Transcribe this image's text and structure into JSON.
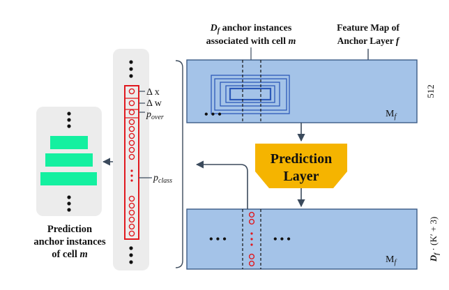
{
  "labels": {
    "anchor_instances_line1_var": "D",
    "anchor_instances_line1_sub": "f",
    "anchor_instances_line1_rest": " anchor instances",
    "anchor_instances_line2": "associated with cell ",
    "anchor_instances_line2_var": "m",
    "feature_map_line1": "Feature Map of",
    "feature_map_line2": "Anchor Layer ",
    "feature_map_line2_var": "f",
    "top_map_label": "M",
    "top_map_sub": "f",
    "top_map_dim": "512",
    "bottom_map_label": "M",
    "bottom_map_sub": "f",
    "bottom_map_dim_var": "D",
    "bottom_map_dim_sub": "f",
    "bottom_map_dim_rest": " · (K′ + 3)",
    "prediction_layer_line1": "Prediction",
    "prediction_layer_line2": "Layer",
    "delta_x": "Δ x",
    "delta_w": "Δ w",
    "p_over_main": "p",
    "p_over_sub": "over",
    "p_class_main": "p",
    "p_class_sub": "class",
    "caption_line1": "Prediction",
    "caption_line2": "anchor instances",
    "caption_line3": "of cell ",
    "caption_line3_var": "m",
    "ellipsis_top": "• • •",
    "ellipsis_bottom_left": "• • •",
    "ellipsis_bottom_right": "• • •"
  },
  "colors": {
    "feature_map_fill": "#a4c3e8",
    "feature_map_stroke": "#3b5a86",
    "anchor_box_stroke": "#2c59b8",
    "prediction_layer_fill": "#f5b400",
    "vector_stroke": "#e0181e",
    "bar_fill": "#14f0a0",
    "panel_fill": "#ececec",
    "arrow": "#3b4a5c"
  }
}
